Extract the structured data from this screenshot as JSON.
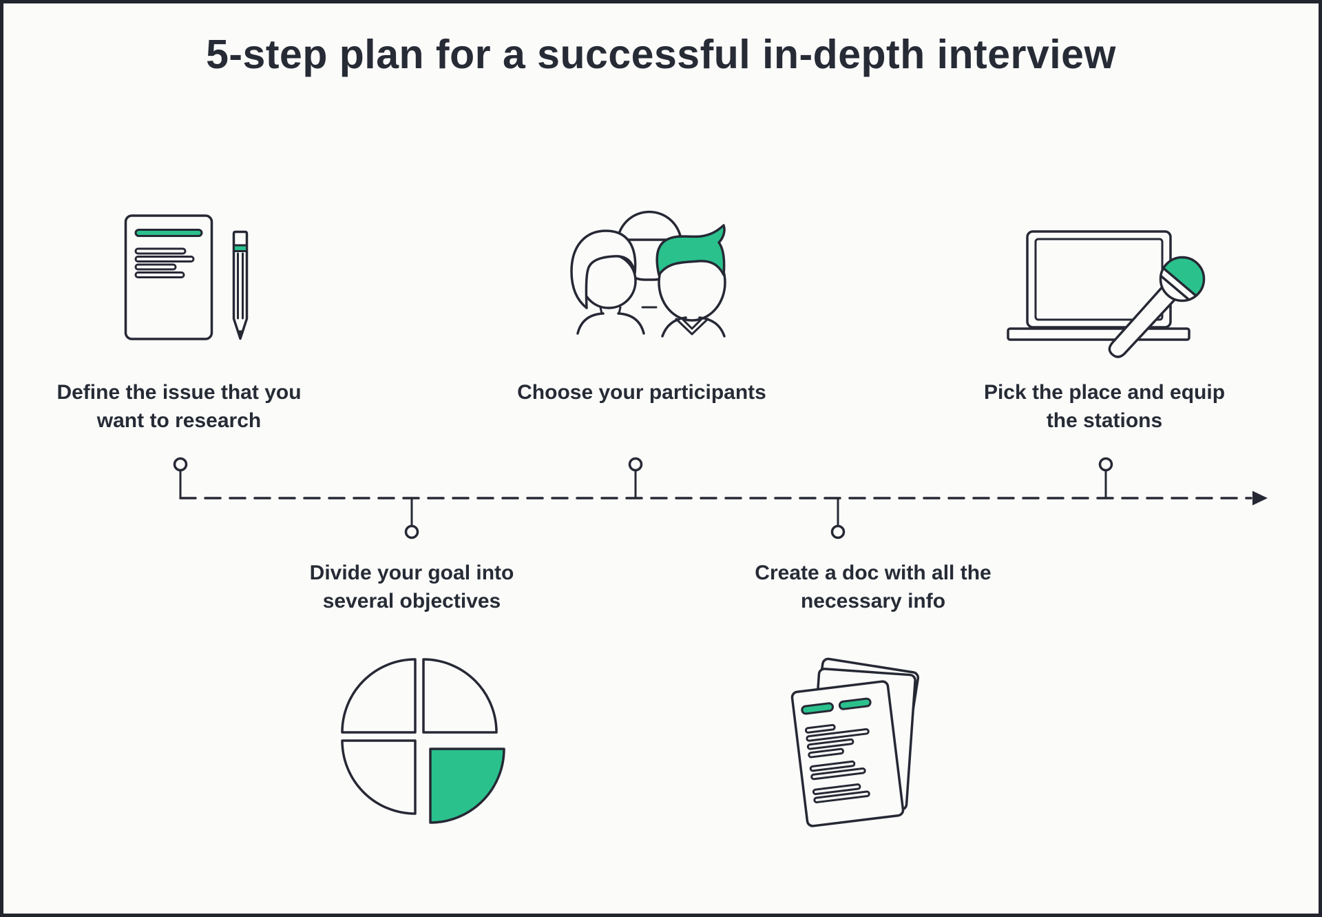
{
  "title": "5-step plan for a successful in-depth interview",
  "colors": {
    "background": "#FBFBFA",
    "frame_border": "#23252E",
    "outline_ink": "#262834",
    "text_ink": "#262B35",
    "accent_green": "#2AC18D"
  },
  "steps": [
    {
      "id": 1,
      "label": "Define the issue that you want to research",
      "lines": [
        "Define the issue that you",
        "want to research"
      ],
      "icon": "document-pencil-icon",
      "label_position": "above-line"
    },
    {
      "id": 2,
      "label": "Divide your goal into several objectives",
      "lines": [
        "Divide your goal into",
        "several objectives"
      ],
      "icon": "pie-chart-icon",
      "label_position": "below-line"
    },
    {
      "id": 3,
      "label": "Choose your participants",
      "lines": [
        "Choose your participants"
      ],
      "icon": "participants-icon",
      "label_position": "above-line"
    },
    {
      "id": 4,
      "label": "Create a doc with all the necessary info",
      "lines": [
        "Create a doc with all the",
        "necessary info"
      ],
      "icon": "document-stack-icon",
      "label_position": "below-line"
    },
    {
      "id": 5,
      "label": "Pick the place and equip the stations",
      "lines": [
        "Pick the place and equip",
        "the stations"
      ],
      "icon": "laptop-microphone-icon",
      "label_position": "above-line"
    }
  ],
  "timeline": {
    "style": "dashed",
    "direction": "left-to-right",
    "arrowhead": "right",
    "marker_count": 5
  }
}
